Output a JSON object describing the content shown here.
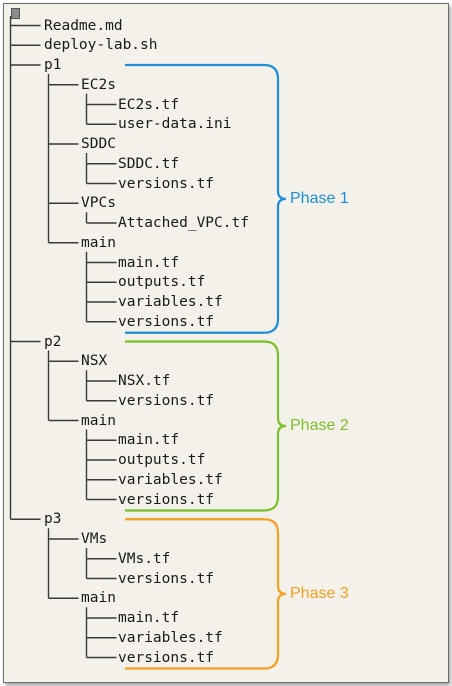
{
  "tree": [
    {
      "label": "Readme.md",
      "depth": 1
    },
    {
      "label": "deploy-lab.sh",
      "depth": 1
    },
    {
      "label": "p1",
      "depth": 1
    },
    {
      "label": "EC2s",
      "depth": 2
    },
    {
      "label": "EC2s.tf",
      "depth": 3
    },
    {
      "label": "user-data.ini",
      "depth": 3
    },
    {
      "label": "SDDC",
      "depth": 2
    },
    {
      "label": "SDDC.tf",
      "depth": 3
    },
    {
      "label": "versions.tf",
      "depth": 3
    },
    {
      "label": "VPCs",
      "depth": 2
    },
    {
      "label": "Attached_VPC.tf",
      "depth": 3
    },
    {
      "label": "main",
      "depth": 2
    },
    {
      "label": "main.tf",
      "depth": 3
    },
    {
      "label": "outputs.tf",
      "depth": 3
    },
    {
      "label": "variables.tf",
      "depth": 3
    },
    {
      "label": "versions.tf",
      "depth": 3
    },
    {
      "label": "p2",
      "depth": 1
    },
    {
      "label": "NSX",
      "depth": 2
    },
    {
      "label": "NSX.tf",
      "depth": 3
    },
    {
      "label": "versions.tf",
      "depth": 3
    },
    {
      "label": "main",
      "depth": 2
    },
    {
      "label": "main.tf",
      "depth": 3
    },
    {
      "label": "outputs.tf",
      "depth": 3
    },
    {
      "label": "variables.tf",
      "depth": 3
    },
    {
      "label": "versions.tf",
      "depth": 3
    },
    {
      "label": "p3",
      "depth": 1
    },
    {
      "label": "VMs",
      "depth": 2
    },
    {
      "label": "VMs.tf",
      "depth": 3
    },
    {
      "label": "versions.tf",
      "depth": 3
    },
    {
      "label": "main",
      "depth": 2
    },
    {
      "label": "main.tf",
      "depth": 3
    },
    {
      "label": "variables.tf",
      "depth": 3
    },
    {
      "label": "versions.tf",
      "depth": 3
    }
  ],
  "phases": [
    {
      "label": "Phase 1",
      "color": "#1a8fd8",
      "first_row": 2,
      "last_row": 15
    },
    {
      "label": "Phase 2",
      "color": "#7cbf2a",
      "first_row": 16,
      "last_row": 24
    },
    {
      "label": "Phase 3",
      "color": "#f5a020",
      "first_row": 25,
      "last_row": 32
    }
  ],
  "colors": {
    "line": "#3a3a3a",
    "text": "#1a1a1a",
    "background": "#f3f1ea"
  }
}
